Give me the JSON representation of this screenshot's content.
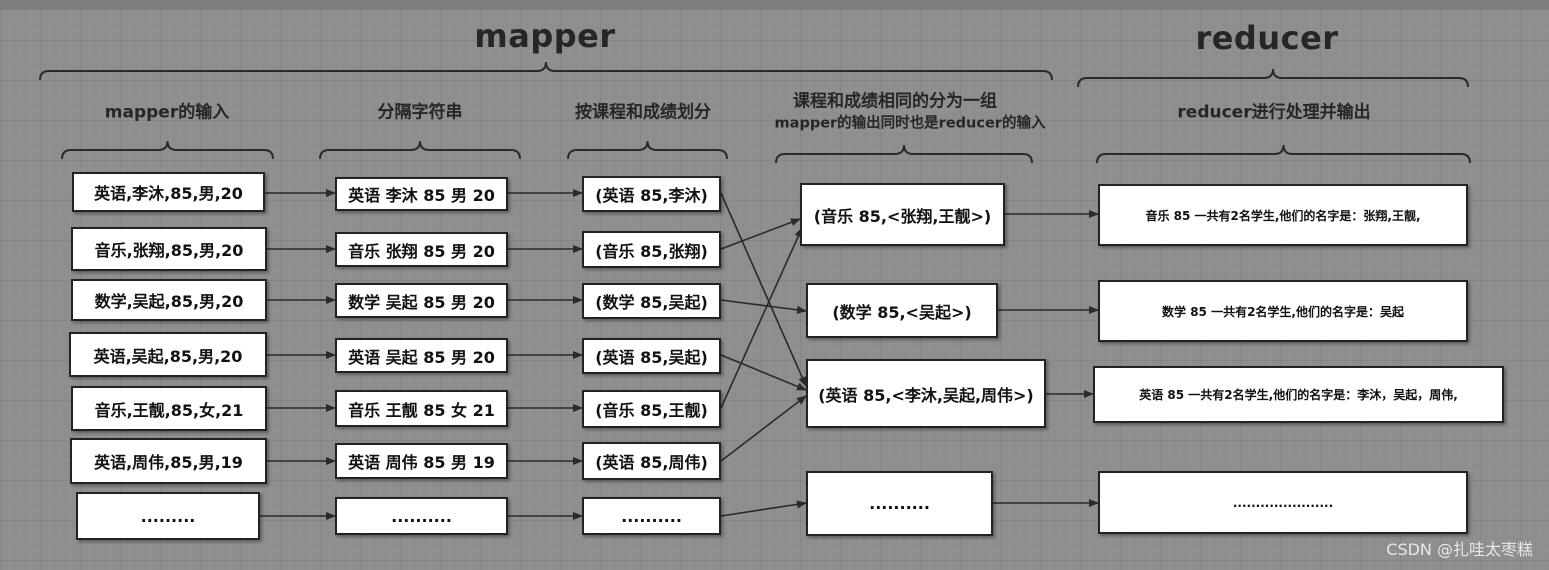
{
  "headers": {
    "mapper": "mapper",
    "reducer": "reducer"
  },
  "columns": {
    "input": "mapper的输入",
    "split": "分隔字符串",
    "group_by": "按课程和成绩划分",
    "same_group_line1": "课程和成绩相同的分为一组",
    "same_group_line2": "mapper的输出同时也是reducer的输入",
    "reducer_output": "reducer进行处理并输出"
  },
  "inputs": [
    "英语,李沐,85,男,20",
    "音乐,张翔,85,男,20",
    "数学,吴起,85,男,20",
    "英语,吴起,85,男,20",
    "音乐,王靓,85,女,21",
    "英语,周伟,85,男,19",
    "........."
  ],
  "splits": [
    "英语 李沐 85 男 20",
    "音乐 张翔 85 男 20",
    "数学 吴起 85 男 20",
    "英语 吴起 85 男 20",
    "音乐 王靓 85 女 21",
    "英语 周伟 85 男 19",
    ".........."
  ],
  "pairs": [
    "(英语 85,李沐)",
    "(音乐 85,张翔)",
    "(数学 85,吴起)",
    "(英语 85,吴起)",
    "(音乐 85,王靓)",
    "(英语 85,周伟)",
    ".........."
  ],
  "groups": [
    "(音乐 85,<张翔,王靓>)",
    "(数学 85,<吴起>)",
    "(英语 85,<李沐,吴起,周伟>)",
    ".........."
  ],
  "outputs": [
    "音乐 85 一共有2名学生,他们的名字是：张翔,王靓,",
    "数学 85 一共有2名学生,他们的名字是：吴起",
    "英语 85 一共有2名学生,他们的名字是：李沐，吴起，周伟,",
    "......................"
  ],
  "watermark": "CSDN @扎哇太枣糕",
  "colors": {
    "background": "#8e8e8e",
    "box_fill": "#ffffff",
    "line": "#2a2a2a",
    "text": "#262626"
  }
}
